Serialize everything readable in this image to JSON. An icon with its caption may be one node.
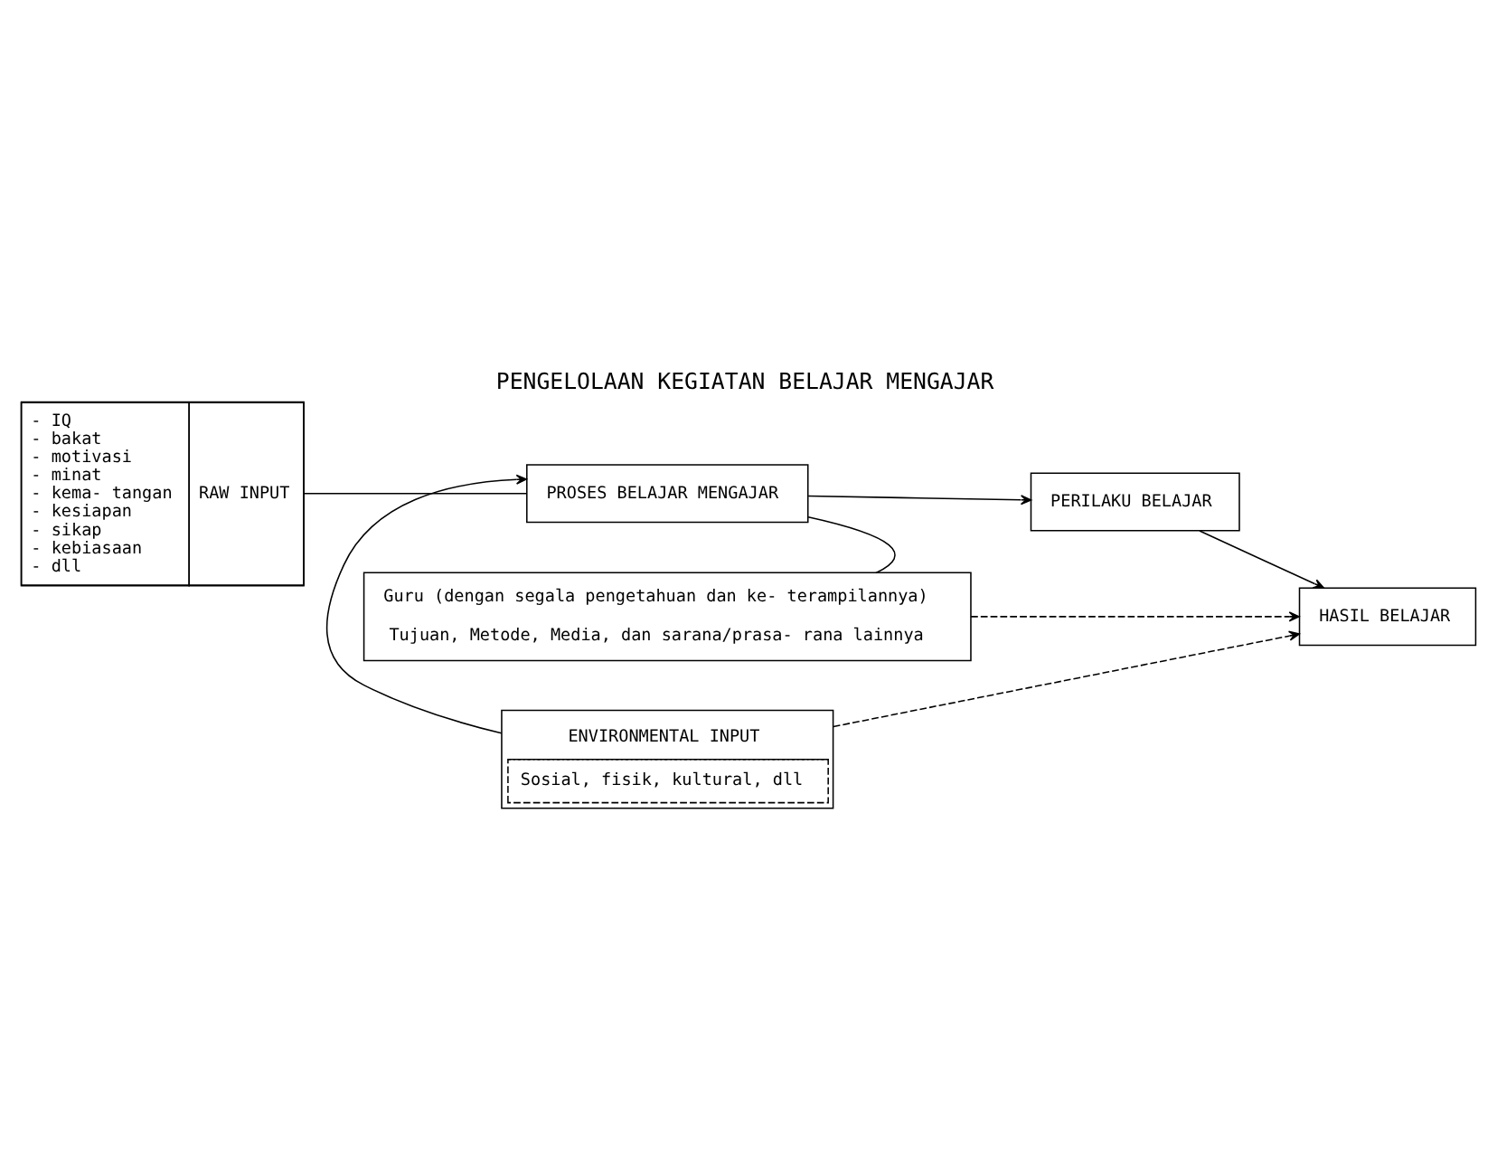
{
  "diagram": {
    "title": "PENGELOLAAN KEGIATAN BELAJAR MENGAJAR",
    "nodes": [
      {
        "text": [
          "- IQ",
          "- bakat",
          "- motivasi",
          "- minat",
          "- kema- tangan",
          "- kesiapan",
          "- sikap",
          "- kebiasaan",
          "- dll",
          "RAW INPUT"
        ]
      },
      {
        "text": [
          "Guru (dengan segala pengetahuan dan ke- terampilannya)",
          "Tujuan, Metode, Media, dan sarana/prasa- rana lainnya"
        ]
      },
      {
        "text": [
          "PROSES BELAJAR MENGAJAR"
        ]
      },
      {
        "text": [
          "PERILAKU BELAJAR"
        ]
      },
      {
        "text": [
          "HASIL BELAJAR"
        ]
      },
      {
        "text": [
          "ENVIRONMENTAL INPUT",
          "Sosial, fisik, kultural, dll"
        ]
      }
    ],
    "edges": [
      {
        "from": 0,
        "to": 2,
        "arrow": "none"
      },
      {
        "from": 1,
        "to": 2,
        "arrow": "none"
      },
      {
        "from": 2,
        "to": 3,
        "arrow": "to"
      },
      {
        "from": 3,
        "to": 4,
        "arrow": "to"
      },
      {
        "from": 1,
        "to": 4,
        "arrow": "to",
        "style": "dashed"
      },
      {
        "from": 5,
        "to": 2,
        "arrow": "to"
      },
      {
        "from": 5,
        "to": 4,
        "arrow": "to",
        "style": "dashed"
      }
    ]
  }
}
